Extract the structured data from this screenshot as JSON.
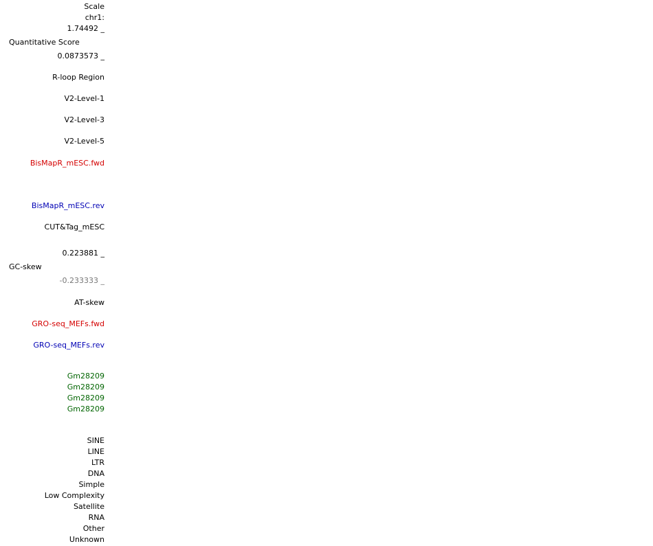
{
  "header": {
    "scale_label": "Scale",
    "chrom_label": "chr1:"
  },
  "tracks": {
    "quant_max": "1.74492 _",
    "quant_name": "Quantitative Score",
    "quant_min": "0.0873573 _",
    "rloop_region": "R-loop Region",
    "v2_level_1": "V2-Level-1",
    "v2_level_3": "V2-Level-3",
    "v2_level_5": "V2-Level-5",
    "bismapr_fwd": "BisMapR_mESC.fwd",
    "bismapr_rev": "BisMapR_mESC.rev",
    "cut_tag": "CUT&Tag_mESC",
    "gc_max": "0.223881 _",
    "gc_name": "GC-skew",
    "gc_min": "-0.233333 _",
    "at_skew": "AT-skew",
    "gro_fwd": "GRO-seq_MEFs.fwd",
    "gro_rev": "GRO-seq_MEFs.rev"
  },
  "genes": [
    "Gm28209",
    "Gm28209",
    "Gm28209",
    "Gm28209"
  ],
  "repeats": [
    "SINE",
    "LINE",
    "LTR",
    "DNA",
    "Simple",
    "Low Complexity",
    "Satellite",
    "RNA",
    "Other",
    "Unknown"
  ],
  "colors": {
    "forward_strand": "#d40000",
    "reverse_strand": "#0000b4",
    "gene": "#006400",
    "negative_value": "#777777"
  }
}
